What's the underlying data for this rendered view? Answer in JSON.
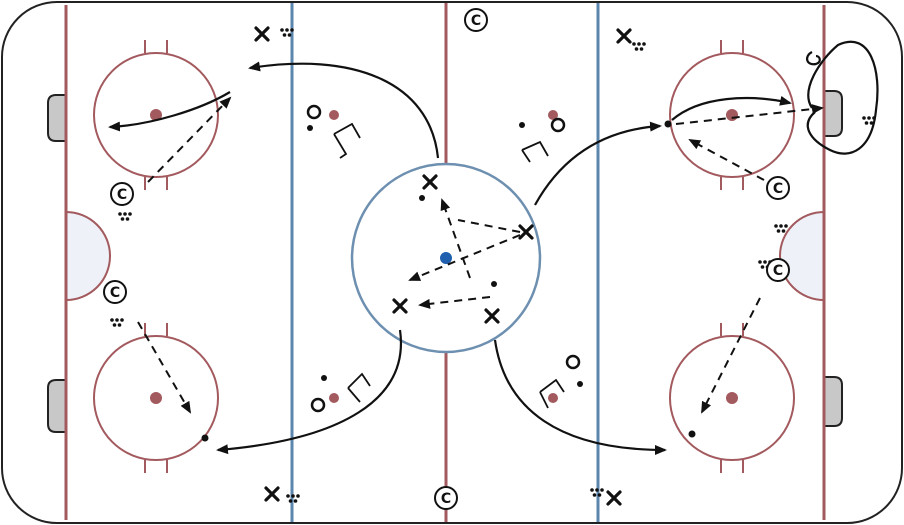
{
  "diagram": {
    "colors": {
      "board": "#222222",
      "red_line": "#a35a5e",
      "blue_line": "#5b86ad",
      "center_circle": "#6d8fb0",
      "center_dot": "#1f5fae",
      "faceoff_circle": "#a35a5e",
      "faceoff_dot": "#a35a5e",
      "crease_fill": "#eef2f8",
      "crease_stroke": "#a35a5e",
      "net_fill": "#c8c8c8",
      "play_ink": "#111111"
    },
    "markers": {
      "coach": "C",
      "forward": "X",
      "defense": "O"
    },
    "icons": [
      "coach-icon",
      "player-x-icon",
      "player-o-icon",
      "puck-icon",
      "pylon-icon",
      "pass-arrow-icon",
      "skate-arrow-icon"
    ]
  }
}
